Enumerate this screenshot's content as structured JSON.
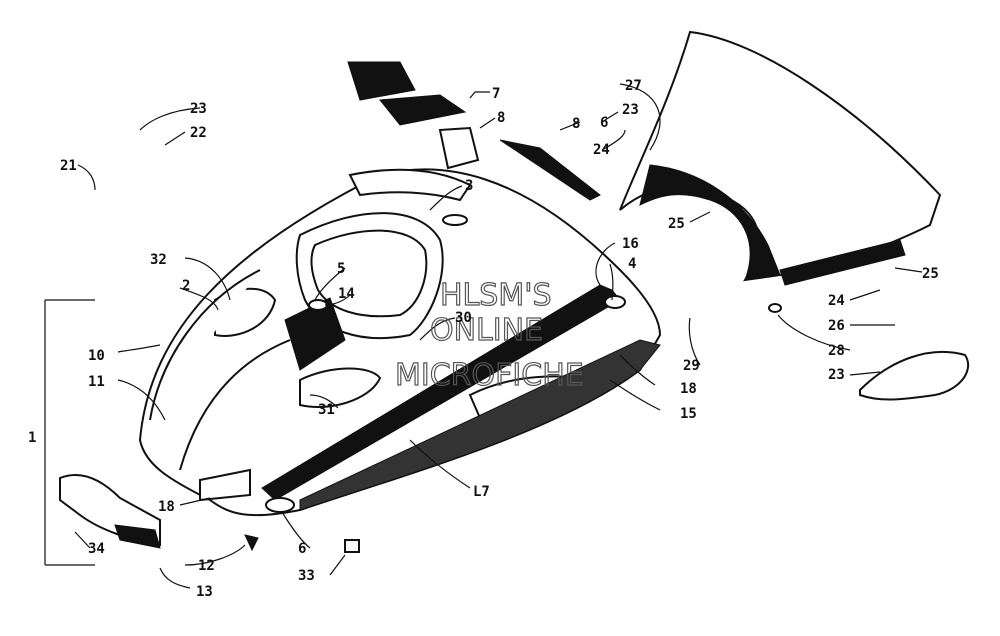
{
  "watermark": {
    "line1": "HLSM'S",
    "line2": "ONLINE",
    "line3": "MICROFICHE"
  },
  "callouts": {
    "c1": "1",
    "c2": "2",
    "c3": "3",
    "c4": "4",
    "c5": "5",
    "c6a": "6",
    "c6b": "6",
    "c7": "7",
    "c8a": "8",
    "c8b": "8",
    "c10": "10",
    "c11": "11",
    "c12": "12",
    "c13": "13",
    "c14": "14",
    "c15": "15",
    "c16": "16",
    "c17": "L7",
    "c18a": "18",
    "c18b": "18",
    "c21": "21",
    "c22": "22",
    "c23a": "23",
    "c23b": "23",
    "c23c": "23",
    "c24a": "24",
    "c24b": "24",
    "c25a": "25",
    "c25b": "25",
    "c26": "26",
    "c27": "27",
    "c28": "28",
    "c29": "29",
    "c30": "30",
    "c31": "31",
    "c32": "32",
    "c33": "33",
    "c34": "34"
  }
}
